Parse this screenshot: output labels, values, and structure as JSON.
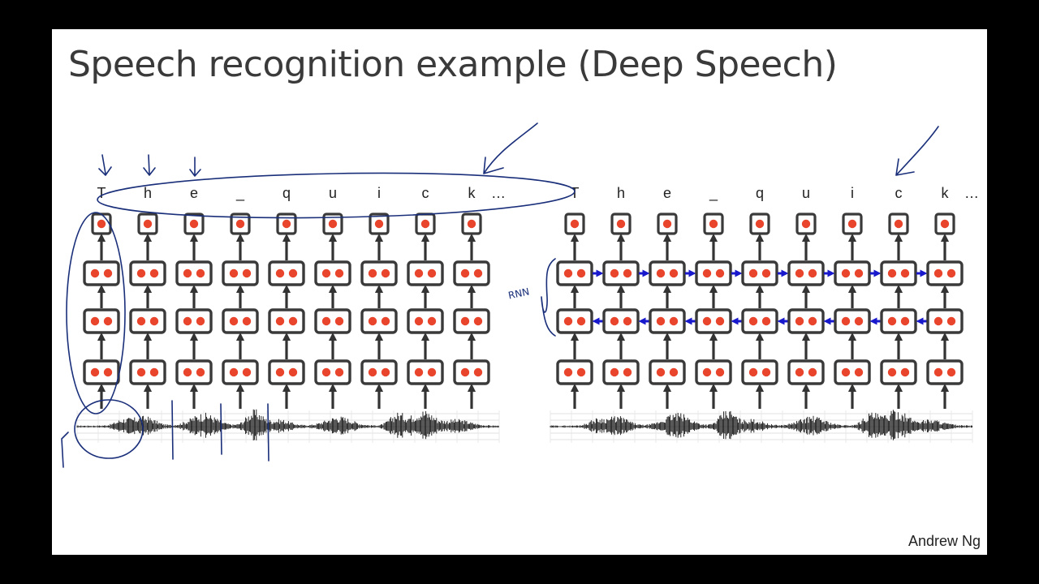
{
  "title": "Speech recognition example (Deep Speech)",
  "author": "Andrew Ng",
  "colors": {
    "box_border": "#3a3a3a",
    "neuron": "#e8452c",
    "arrow": "#333333",
    "bidir_arrow": "#1818cc",
    "ink": "#1a2f7a"
  },
  "left_diagram": {
    "output_labels": [
      "T",
      "h",
      "e",
      "_",
      "q",
      "u",
      "i",
      "c",
      "k"
    ],
    "ellipsis": "…",
    "hidden_layers": 3,
    "bidirectional": false
  },
  "right_diagram": {
    "output_labels": [
      "T",
      "h",
      "e",
      "_",
      "q",
      "u",
      "i",
      "c",
      "k"
    ],
    "ellipsis": "…",
    "hidden_layers": 3,
    "bidirectional": true
  },
  "annotations": {
    "rnn_label": "RNN"
  }
}
